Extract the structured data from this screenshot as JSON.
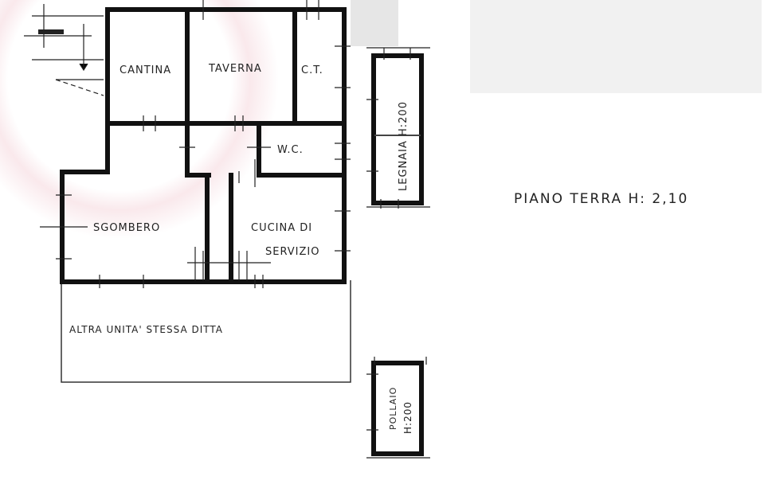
{
  "plan": {
    "title": "PIANO TERRA H: 2,10",
    "rooms": {
      "cantina": "CANTINA",
      "taverna": "TAVERNA",
      "ct": "C.T.",
      "wc": "W.C.",
      "sgombero": "SGOMBERO",
      "cucina_1": "CUCINA DI",
      "cucina_2": "SERVIZIO",
      "altra_unita": "ALTRA UNITA' STESSA DITTA",
      "legnaia": "LEGNAIA H:200",
      "pollaio_1": "POLLAIO",
      "pollaio_2": "H:200"
    }
  },
  "colors": {
    "wall": "#111111",
    "watermark": "#f7e6e9",
    "blur": "#ececec"
  }
}
